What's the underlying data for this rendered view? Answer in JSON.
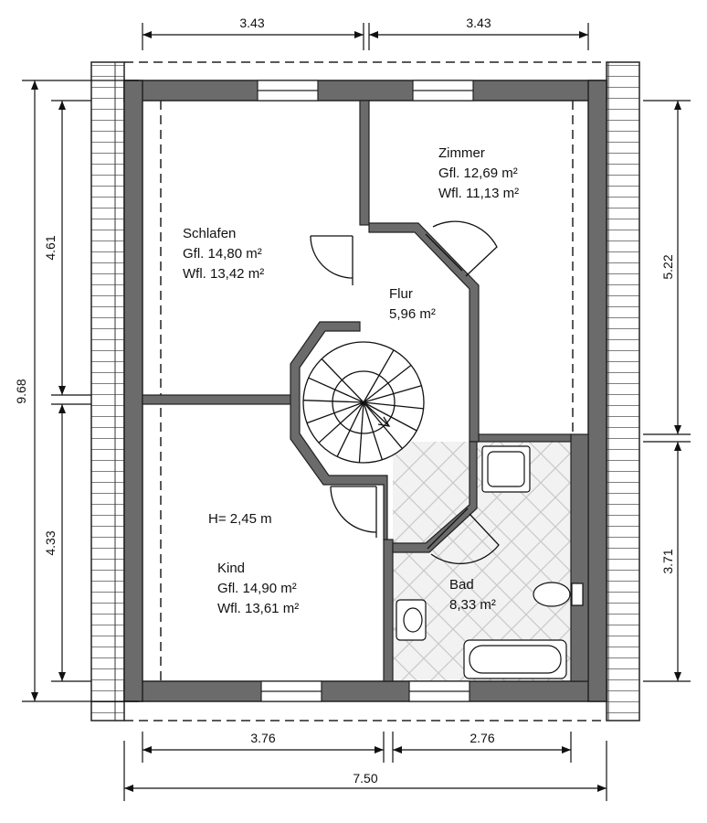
{
  "dimensions": {
    "top_left": "3.43",
    "top_right": "3.43",
    "bottom_left": "3.76",
    "bottom_right": "2.76",
    "total_width": "7.50",
    "total_depth": "9.68",
    "left_upper": "4.61",
    "left_lower": "4.33",
    "right_upper": "5.22",
    "right_lower": "3.71"
  },
  "rooms": {
    "schlafen": {
      "name": "Schlafen",
      "gfl": "Gfl. 14,80 m²",
      "wfl": "Wfl. 13,42 m²"
    },
    "zimmer": {
      "name": "Zimmer",
      "gfl": "Gfl. 12,69 m²",
      "wfl": "Wfl. 11,13 m²"
    },
    "flur": {
      "name": "Flur",
      "area": "5,96 m²"
    },
    "kind": {
      "name": "Kind",
      "gfl": "Gfl. 14,90 m²",
      "wfl": "Wfl. 13,61 m²"
    },
    "bad": {
      "name": "Bad",
      "area": "8,33 m²"
    }
  },
  "ceiling_height": "H= 2,45 m",
  "colors": {
    "wall": "#6b6b6b",
    "wall_outline": "#222222",
    "line": "#111111"
  }
}
